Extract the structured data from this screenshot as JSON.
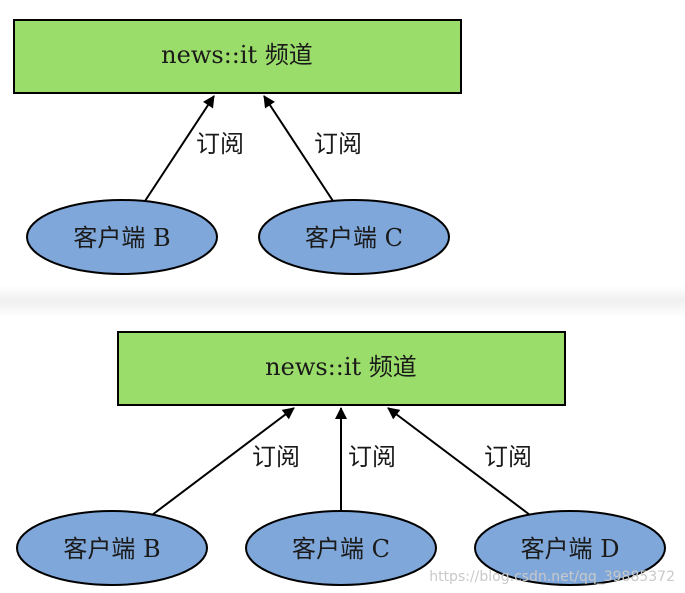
{
  "colors": {
    "channel_fill": "#9bdd6a",
    "client_fill": "#7fa7d9",
    "stroke": "#000000"
  },
  "diagram_top": {
    "channel_label": "news::it 频道",
    "edge_labels": [
      "订阅",
      "订阅"
    ],
    "clients": [
      "客户端 B",
      "客户端 C"
    ]
  },
  "diagram_bottom": {
    "channel_label": "news::it 频道",
    "edge_labels": [
      "订阅",
      "订阅",
      "订阅"
    ],
    "clients": [
      "客户端 B",
      "客户端 C",
      "客户端 D"
    ]
  },
  "watermark": "https://blog.csdn.net/qq_39885372"
}
